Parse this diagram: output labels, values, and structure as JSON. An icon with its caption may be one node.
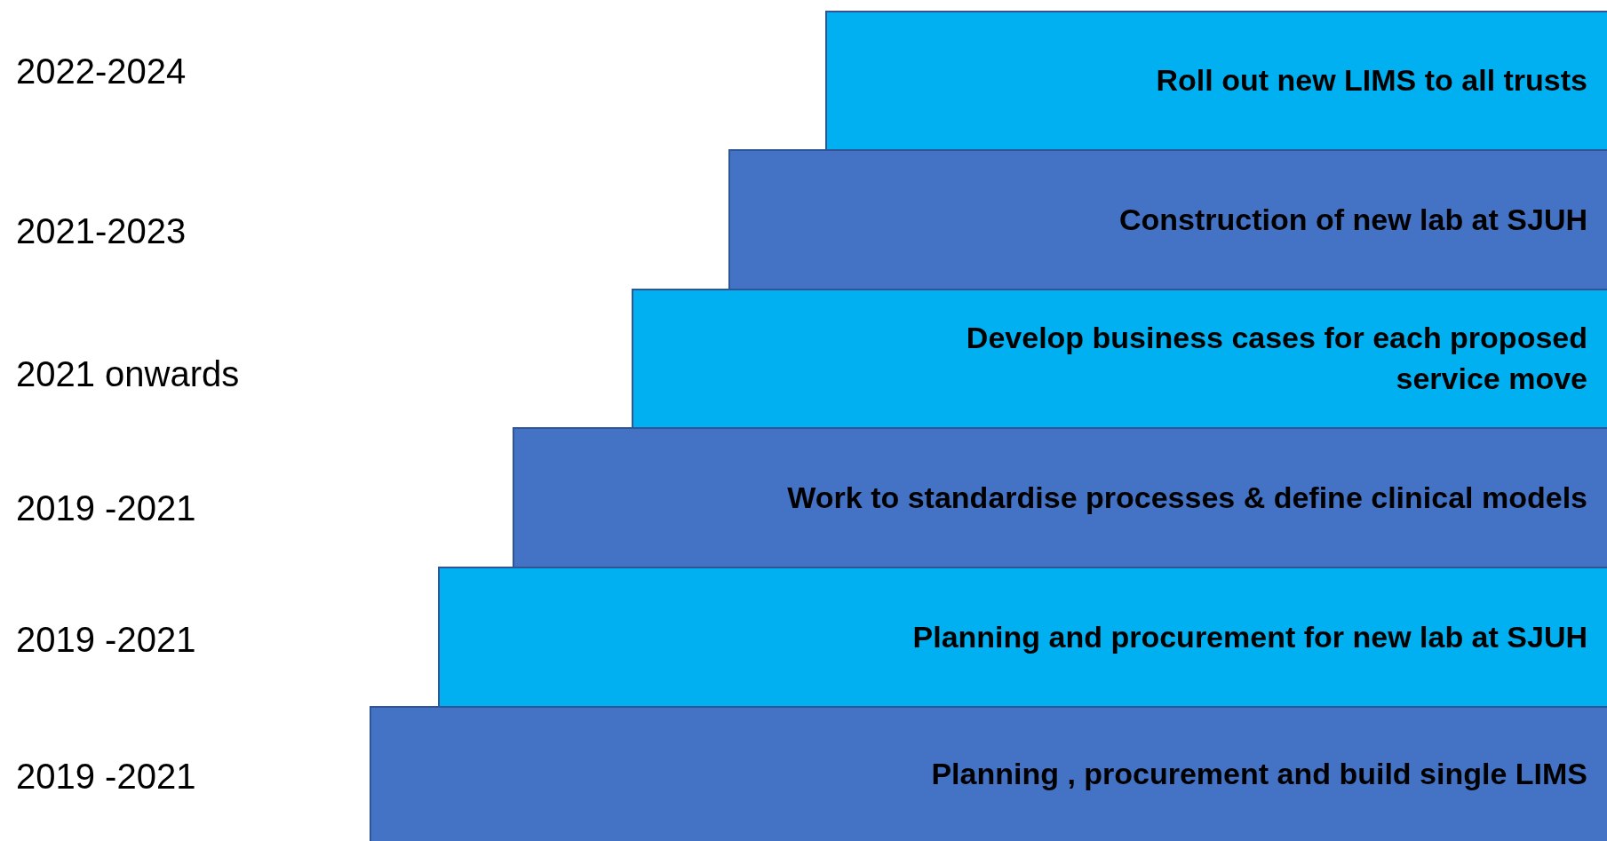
{
  "diagram": {
    "nodes": [
      {
        "text": [
          "Roll out new LIMS to all trusts"
        ]
      },
      {
        "text": [
          "Construction of new lab at SJUH"
        ]
      },
      {
        "text": [
          "Develop business cases for each proposed service move"
        ]
      },
      {
        "text": [
          "Work to standardise processes & define clinical models"
        ]
      },
      {
        "text": [
          "Planning and procurement for new lab at SJUH"
        ]
      },
      {
        "text": [
          "Planning , procurement and build single LIMS"
        ]
      }
    ],
    "labels": [
      "2022-2024",
      "2021-2023",
      "2021 onwards",
      "2019 -2021",
      "2019 -2021",
      "2019 -2021"
    ]
  }
}
